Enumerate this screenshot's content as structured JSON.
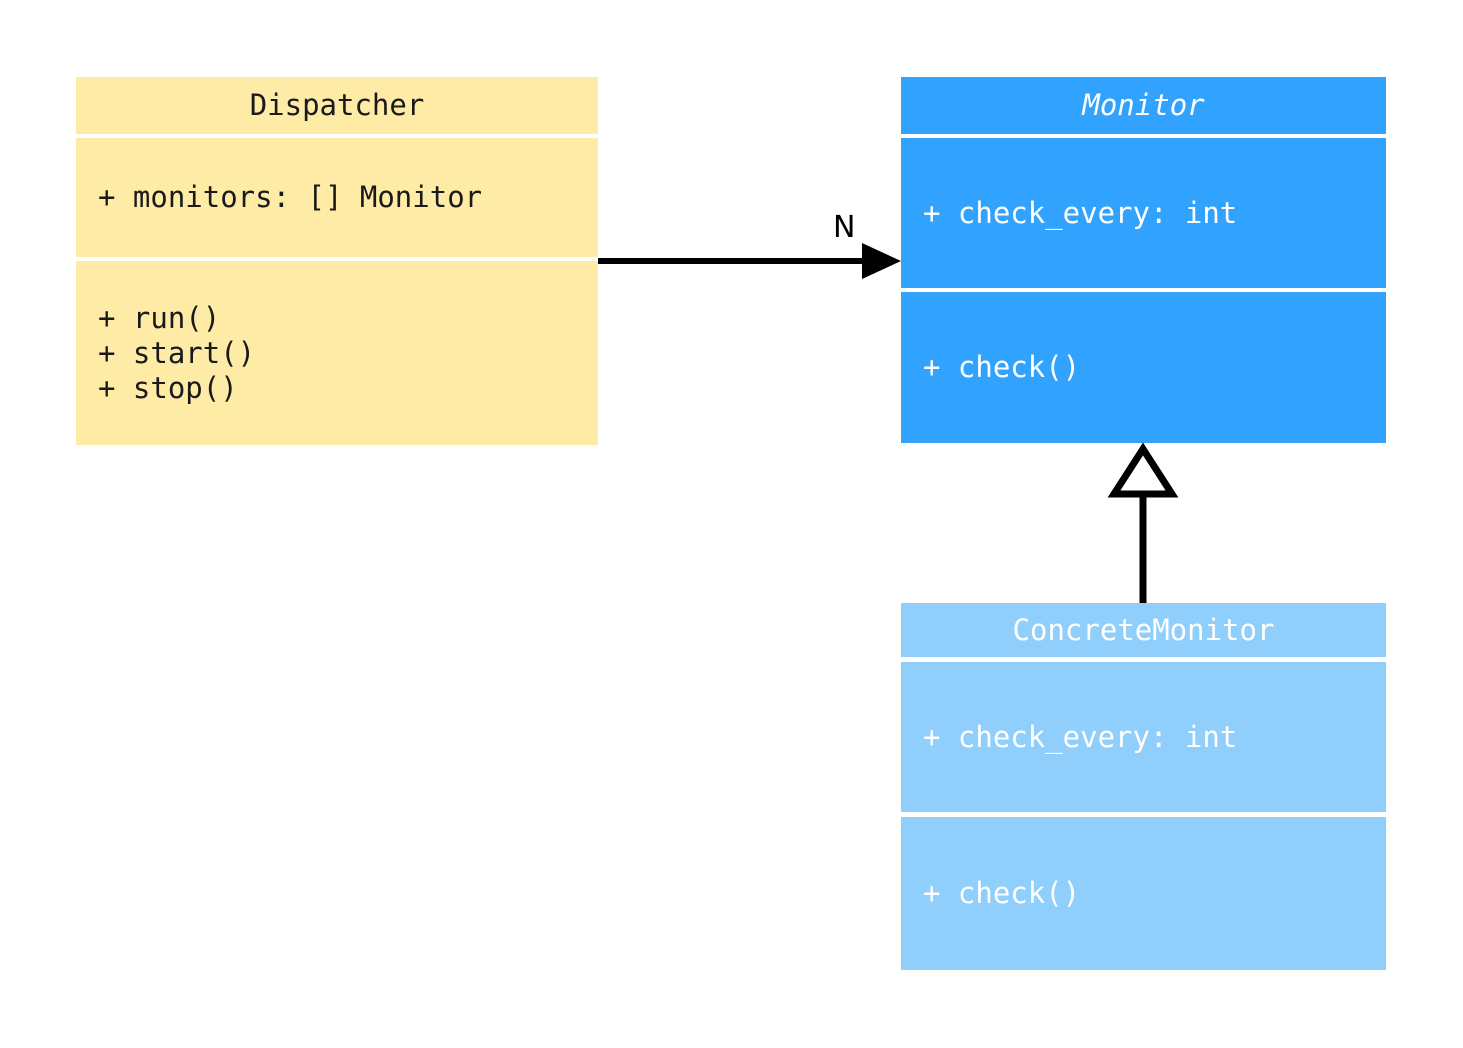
{
  "diagram": {
    "type": "uml-class-diagram",
    "background_color": "#ffffff"
  },
  "classes": [
    {
      "id": "dispatcher",
      "name": "Dispatcher",
      "stereotype": "concrete",
      "italic_title": false,
      "fill_color": "#fdeba6",
      "text_color": "#1a1a1a",
      "attributes": [
        "+ monitors: [] Monitor"
      ],
      "methods": [
        "+ run()",
        "+ start()",
        "+ stop()"
      ]
    },
    {
      "id": "monitor",
      "name": "Monitor",
      "stereotype": "abstract",
      "italic_title": true,
      "fill_color": "#31a2fd",
      "text_color": "#ffffff",
      "attributes": [
        "+ check_every: int"
      ],
      "methods": [
        "+ check()"
      ]
    },
    {
      "id": "concretemonitor",
      "name": "ConcreteMonitor",
      "stereotype": "concrete",
      "italic_title": false,
      "fill_color": "#90cefc",
      "text_color": "#ffffff",
      "attributes": [
        "+ check_every: int"
      ],
      "methods": [
        "+ check()"
      ]
    }
  ],
  "relationships": [
    {
      "id": "dispatcher-monitor-association",
      "kind": "association",
      "from": "Dispatcher",
      "to": "Monitor",
      "arrowhead": "solid-filled",
      "label": "N",
      "line_color": "#000000"
    },
    {
      "id": "concretemonitor-monitor-generalization",
      "kind": "generalization",
      "from": "ConcreteMonitor",
      "to": "Monitor",
      "arrowhead": "hollow-triangle",
      "label": "",
      "line_color": "#000000"
    }
  ]
}
